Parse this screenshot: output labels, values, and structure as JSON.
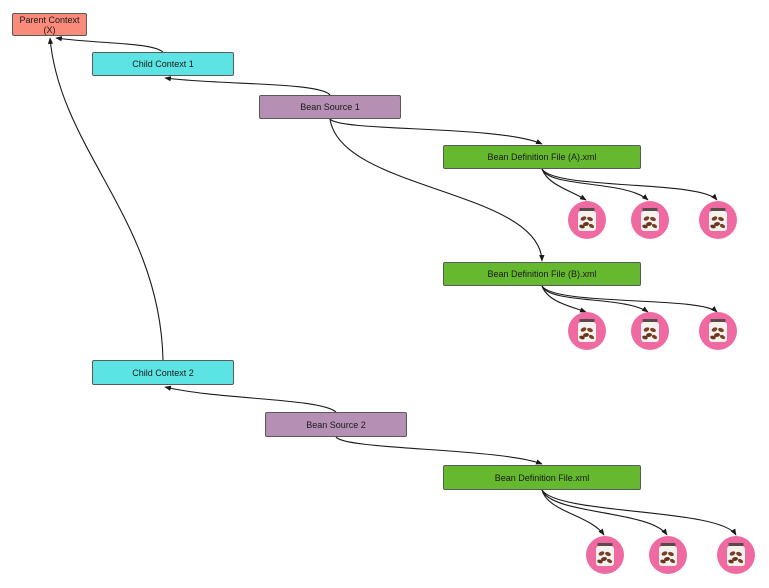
{
  "parent_context": {
    "line1": "Parent Context",
    "line2": "(X)"
  },
  "child_context_1": {
    "label": "Child Context 1"
  },
  "child_context_2": {
    "label": "Child Context 2"
  },
  "bean_source_1": {
    "label": "Bean Source 1"
  },
  "bean_source_2": {
    "label": "Bean Source 2"
  },
  "bean_file_a": {
    "label": "Bean Definition File (A).xml"
  },
  "bean_file_b": {
    "label": "Bean Definition File (B).xml"
  },
  "bean_file_c": {
    "label": "Bean Definition File.xml"
  },
  "bean_icon": {
    "name": "coffee-bean-jar-icon",
    "circle_color": "#f06aa2"
  },
  "colors": {
    "parent": "#fa8a7a",
    "child": "#5ce3e3",
    "source": "#b58fb4",
    "file": "#66b82e"
  }
}
